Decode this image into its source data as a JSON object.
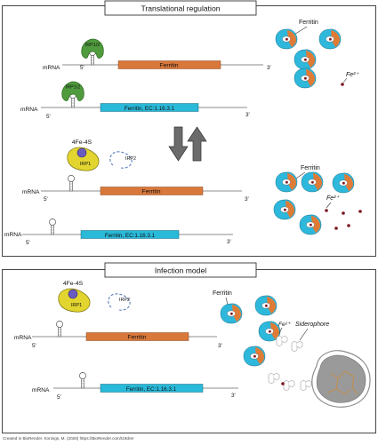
{
  "panels": {
    "top_title": "Translational regulation",
    "bottom_title": "Infection model"
  },
  "labels": {
    "mrna": "mRNA",
    "five_prime": "5'",
    "three_prime": "3'",
    "ferritin": "Ferritin",
    "ferritin_ec": "Ferritin, EC:1.16.3.1",
    "irp12": "IRP1/2",
    "irp1": "IRP1",
    "irp2": "IRP2",
    "fe4s": "4Fe-4S",
    "fe2": "Fe²⁺",
    "siderophore": "Siderophore"
  },
  "footer": {
    "credit": "Created in BioRender. Konings, M. (2026) https://BioRender.com/t19drer"
  },
  "colors": {
    "ferritin_orange": "#d9783b",
    "ec_cyan": "#29b9d9",
    "irp_green": "#4f9b3d",
    "irp1_yellow": "#e2d52f",
    "fe4s_purple": "#6a5bc2",
    "irp2_blue": "#5a7cc0",
    "iron_red": "#7a1520",
    "bacterium_gray": "#9a9a9a"
  }
}
